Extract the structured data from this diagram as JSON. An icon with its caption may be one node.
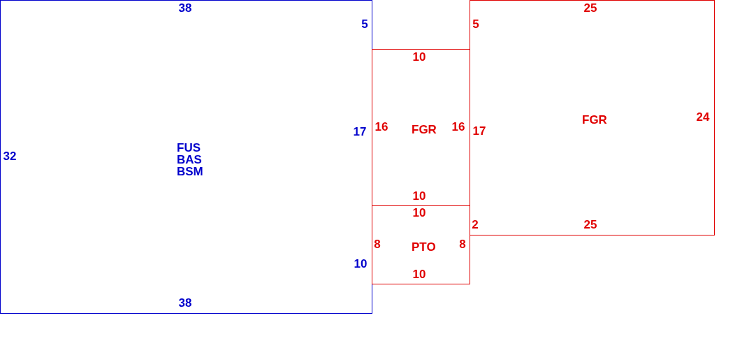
{
  "diagram": {
    "nodes": [
      {
        "text": [
          "FUS",
          "BAS",
          "BSM"
        ]
      },
      {
        "text": [
          "FGR"
        ]
      },
      {
        "text": [
          "PTO"
        ]
      },
      {
        "text": [
          "FGR"
        ]
      }
    ],
    "labels": [
      "38",
      "25",
      "5",
      "5",
      "10",
      "24",
      "17",
      "16",
      "16",
      "17",
      "32",
      "10",
      "10",
      "2",
      "25",
      "8",
      "8",
      "10",
      "10",
      "38"
    ]
  }
}
